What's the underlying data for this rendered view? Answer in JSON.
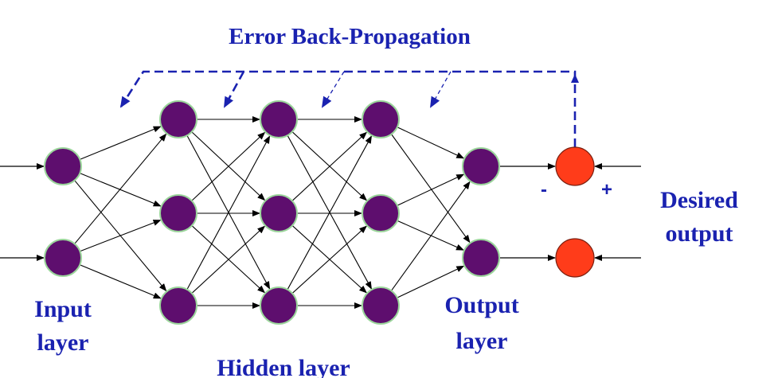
{
  "title": "Error Back-Propagation",
  "labels": {
    "input_line1": "Input",
    "input_line2": "layer",
    "hidden": "Hidden layer",
    "output_line1": "Output",
    "output_line2": "layer",
    "desired_line1": "Desired",
    "desired_line2": "output",
    "minus": "-",
    "plus": "+"
  },
  "network": {
    "layers": [
      2,
      3,
      3,
      3,
      2
    ],
    "comparators": 2
  },
  "colors": {
    "neuron": "#5e0e6e",
    "neuron_outline": "#9bd59b",
    "comparator": "#ff3c1a",
    "text": "#1a22b0",
    "back_propagation_path": "#1a22b0"
  }
}
